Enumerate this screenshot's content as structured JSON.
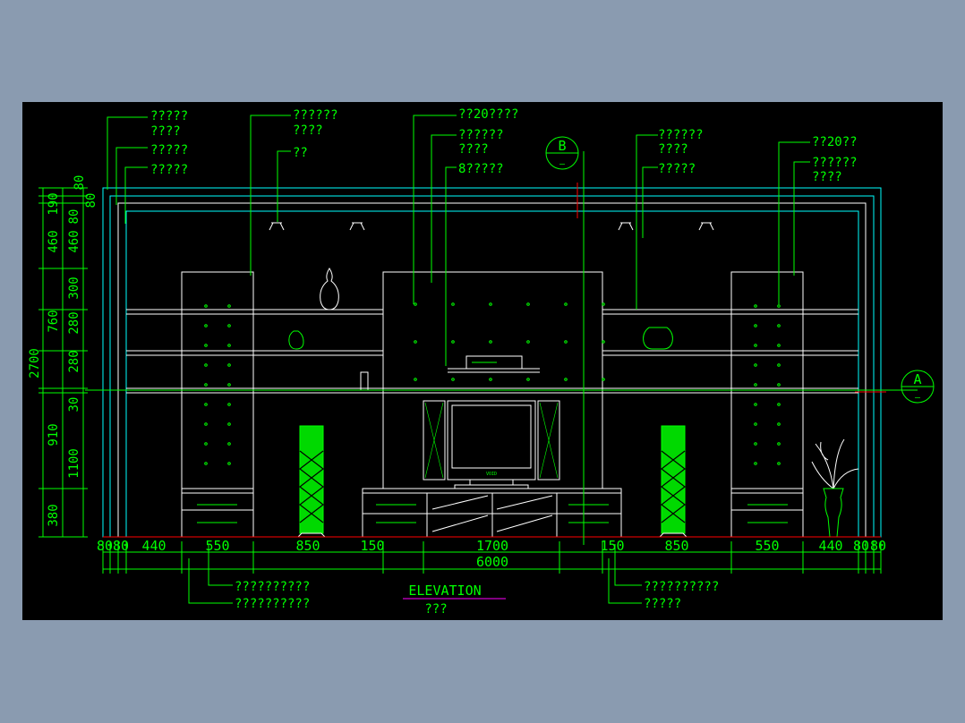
{
  "colors": {
    "background": "#000000",
    "frame": "#8a9bb0",
    "leader": "#00ff00",
    "outline": "#ffffff",
    "cyan": "#00ffff",
    "floor": "#ff0000",
    "title_underline": "#ff00ff"
  },
  "callouts_top": {
    "c1": [
      "?????",
      "????"
    ],
    "c2": "?????",
    "c3": "?????",
    "c4": [
      "??????",
      "????"
    ],
    "c5": "??",
    "c6": "??20????",
    "c7": [
      "??????",
      "????"
    ],
    "c8": "8?????",
    "c9": [
      "??????",
      "????"
    ],
    "c10": "?????",
    "c11": "??20??",
    "c12": [
      "??????",
      "????"
    ]
  },
  "callouts_bottom": {
    "b1": "??????????",
    "b2": "??????????",
    "b3": "??????????",
    "b4": "?????"
  },
  "section_markers": {
    "top": "B",
    "right": "A"
  },
  "dims_left_outer": [
    "2700"
  ],
  "dims_left_inner": [
    "190",
    "460",
    "760",
    "910",
    "380"
  ],
  "dims_left_inner2": [
    "80",
    "460",
    "300",
    "280",
    "280",
    "30",
    "1100"
  ],
  "dims_left_top_small": [
    "80",
    "80"
  ],
  "dims_bottom": [
    "80",
    "80",
    "440",
    "550",
    "850",
    "150",
    "1700",
    "150",
    "850",
    "550",
    "440",
    "80",
    "80"
  ],
  "dims_total": "6000",
  "title": "ELEVATION",
  "subtitle": "???",
  "icons": {
    "tv": "tv-icon",
    "dvd": "dvd-player-icon",
    "vase": "vase-icon",
    "lamp": "floor-lamp-icon",
    "spot": "spotlight-icon",
    "plant": "plant-icon"
  }
}
